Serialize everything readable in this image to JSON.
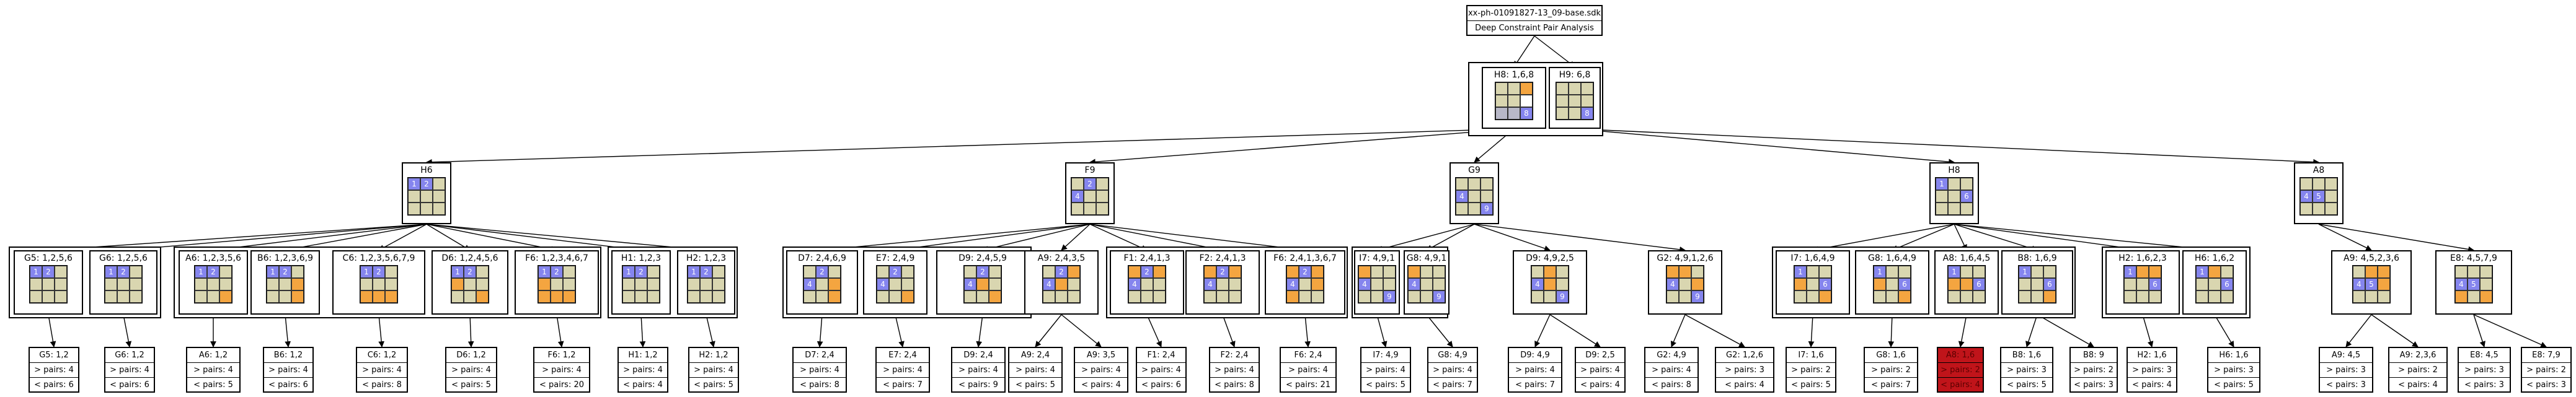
{
  "colors": {
    "blue": "#8585ee",
    "orange": "#f4a540",
    "beige": "#d9d6b0",
    "gray": "#b8b8c8",
    "red": "#c0141a"
  },
  "root": {
    "file": "xx-ph-01091827-13_09-base.sdk",
    "title": "Deep Constraint Pair Analysis"
  },
  "nodes": [
    {
      "id": "H8a",
      "label": "H8: 1,6,8",
      "cells": [
        "b",
        "b",
        "o",
        "b",
        "b",
        "w",
        "g",
        "g",
        "B"
      ],
      "nums": [
        "",
        "",
        "",
        "",
        "",
        "",
        "",
        "",
        "8"
      ]
    },
    {
      "id": "H9a",
      "label": "H9: 6,8",
      "cells": [
        "b",
        "b",
        "b",
        "b",
        "b",
        "b",
        "b",
        "b",
        "B"
      ],
      "nums": [
        "",
        "",
        "",
        "",
        "",
        "",
        "",
        "",
        "8"
      ]
    },
    {
      "id": "H6",
      "label": "H6",
      "cells": [
        "B",
        "B",
        "b",
        "b",
        "b",
        "b",
        "b",
        "b",
        "b"
      ],
      "nums": [
        "1",
        "2",
        "",
        "",
        "",
        "",
        "",
        "",
        ""
      ]
    },
    {
      "id": "F9",
      "label": "F9",
      "cells": [
        "b",
        "B",
        "b",
        "B",
        "b",
        "b",
        "b",
        "b",
        "b"
      ],
      "nums": [
        "",
        "2",
        "",
        "4",
        "",
        "",
        "",
        "",
        ""
      ]
    },
    {
      "id": "G9",
      "label": "G9",
      "cells": [
        "b",
        "b",
        "b",
        "B",
        "b",
        "b",
        "b",
        "b",
        "B"
      ],
      "nums": [
        "",
        "",
        "",
        "4",
        "",
        "",
        "",
        "",
        "9"
      ]
    },
    {
      "id": "H8",
      "label": "H8",
      "cells": [
        "B",
        "b",
        "b",
        "b",
        "b",
        "B",
        "b",
        "b",
        "b"
      ],
      "nums": [
        "1",
        "",
        "",
        "",
        "",
        "6",
        "",
        "",
        ""
      ]
    },
    {
      "id": "A8",
      "label": "A8",
      "cells": [
        "b",
        "b",
        "b",
        "B",
        "B",
        "b",
        "b",
        "b",
        "b"
      ],
      "nums": [
        "",
        "",
        "",
        "4",
        "5",
        "",
        "",
        "",
        ""
      ]
    },
    {
      "id": "G5",
      "label": "G5: 1,2,5,6",
      "cells": [
        "B",
        "B",
        "b",
        "b",
        "b",
        "b",
        "b",
        "b",
        "b"
      ],
      "nums": [
        "1",
        "2",
        "",
        "",
        "",
        "",
        "",
        "",
        ""
      ]
    },
    {
      "id": "G6",
      "label": "G6: 1,2,5,6",
      "cells": [
        "B",
        "B",
        "b",
        "b",
        "b",
        "b",
        "b",
        "b",
        "b"
      ],
      "nums": [
        "1",
        "2",
        "",
        "",
        "",
        "",
        "",
        "",
        ""
      ]
    },
    {
      "id": "A6",
      "label": "A6: 1,2,3,5,6",
      "cells": [
        "B",
        "B",
        "b",
        "b",
        "b",
        "b",
        "b",
        "b",
        "o"
      ],
      "nums": [
        "1",
        "2",
        "",
        "",
        "",
        "",
        "",
        "",
        ""
      ]
    },
    {
      "id": "B6",
      "label": "B6: 1,2,3,6,9",
      "cells": [
        "B",
        "B",
        "b",
        "b",
        "b",
        "o",
        "b",
        "b",
        "o"
      ],
      "nums": [
        "1",
        "2",
        "",
        "",
        "",
        "",
        "",
        "",
        ""
      ]
    },
    {
      "id": "C6",
      "label": "C6: 1,2,3,5,6,7,9",
      "cells": [
        "B",
        "B",
        "b",
        "b",
        "b",
        "b",
        "o",
        "o",
        "o"
      ],
      "nums": [
        "1",
        "2",
        "",
        "",
        "",
        "",
        "",
        "",
        ""
      ]
    },
    {
      "id": "D6",
      "label": "D6: 1,2,4,5,6",
      "cells": [
        "B",
        "B",
        "b",
        "o",
        "b",
        "b",
        "b",
        "b",
        "o"
      ],
      "nums": [
        "1",
        "2",
        "",
        "",
        "",
        "",
        "",
        "",
        ""
      ]
    },
    {
      "id": "F6",
      "label": "F6: 1,2,3,4,6,7",
      "cells": [
        "B",
        "B",
        "b",
        "o",
        "b",
        "b",
        "o",
        "o",
        "o"
      ],
      "nums": [
        "1",
        "2",
        "",
        "",
        "",
        "",
        "",
        "",
        ""
      ]
    },
    {
      "id": "H1",
      "label": "H1: 1,2,3",
      "cells": [
        "B",
        "B",
        "b",
        "b",
        "b",
        "b",
        "b",
        "b",
        "b"
      ],
      "nums": [
        "1",
        "2",
        "",
        "",
        "",
        "",
        "",
        "",
        ""
      ]
    },
    {
      "id": "H2",
      "label": "H2: 1,2,3",
      "cells": [
        "B",
        "B",
        "b",
        "b",
        "b",
        "b",
        "b",
        "b",
        "b"
      ],
      "nums": [
        "1",
        "2",
        "",
        "",
        "",
        "",
        "",
        "",
        ""
      ]
    },
    {
      "id": "D7",
      "label": "D7: 2,4,6,9",
      "cells": [
        "b",
        "B",
        "b",
        "B",
        "b",
        "o",
        "b",
        "b",
        "o"
      ],
      "nums": [
        "",
        "2",
        "",
        "4",
        "",
        "",
        "",
        "",
        ""
      ]
    },
    {
      "id": "E7",
      "label": "E7: 2,4,9",
      "cells": [
        "b",
        "B",
        "b",
        "B",
        "b",
        "b",
        "b",
        "b",
        "o"
      ],
      "nums": [
        "",
        "2",
        "",
        "4",
        "",
        "",
        "",
        "",
        ""
      ]
    },
    {
      "id": "D9",
      "label": "D9: 2,4,5,9",
      "cells": [
        "b",
        "B",
        "b",
        "B",
        "o",
        "b",
        "b",
        "b",
        "o"
      ],
      "nums": [
        "",
        "2",
        "",
        "4",
        "",
        "",
        "",
        "",
        ""
      ]
    },
    {
      "id": "A9",
      "label": "A9: 2,4,3,5",
      "cells": [
        "b",
        "B",
        "o",
        "B",
        "o",
        "b",
        "b",
        "b",
        "b"
      ],
      "nums": [
        "",
        "2",
        "",
        "4",
        "",
        "",
        "",
        "",
        ""
      ]
    },
    {
      "id": "F1",
      "label": "F1: 2,4,1,3",
      "cells": [
        "o",
        "B",
        "o",
        "B",
        "b",
        "b",
        "b",
        "b",
        "b"
      ],
      "nums": [
        "",
        "2",
        "",
        "4",
        "",
        "",
        "",
        "",
        ""
      ]
    },
    {
      "id": "F2",
      "label": "F2: 2,4,1,3",
      "cells": [
        "o",
        "B",
        "o",
        "B",
        "b",
        "b",
        "b",
        "b",
        "b"
      ],
      "nums": [
        "",
        "2",
        "",
        "4",
        "",
        "",
        "",
        "",
        ""
      ]
    },
    {
      "id": "F6b",
      "label": "F6: 2,4,1,3,6,7",
      "cells": [
        "o",
        "B",
        "o",
        "B",
        "b",
        "o",
        "o",
        "b",
        "b"
      ],
      "nums": [
        "",
        "2",
        "",
        "4",
        "",
        "",
        "",
        "",
        ""
      ]
    },
    {
      "id": "I7",
      "label": "I7: 4,9,1",
      "cells": [
        "o",
        "b",
        "b",
        "B",
        "b",
        "b",
        "b",
        "b",
        "B"
      ],
      "nums": [
        "",
        "",
        "",
        "4",
        "",
        "",
        "",
        "",
        "9"
      ]
    },
    {
      "id": "G8",
      "label": "G8: 4,9,1",
      "cells": [
        "o",
        "b",
        "b",
        "B",
        "b",
        "b",
        "b",
        "b",
        "B"
      ],
      "nums": [
        "",
        "",
        "",
        "4",
        "",
        "",
        "",
        "",
        "9"
      ]
    },
    {
      "id": "D9b",
      "label": "D9: 4,9,2,5",
      "cells": [
        "b",
        "o",
        "b",
        "B",
        "o",
        "b",
        "b",
        "b",
        "B"
      ],
      "nums": [
        "",
        "",
        "",
        "4",
        "",
        "",
        "",
        "",
        "9"
      ]
    },
    {
      "id": "G2",
      "label": "G2: 4,9,1,2,6",
      "cells": [
        "o",
        "o",
        "b",
        "B",
        "b",
        "o",
        "b",
        "b",
        "B"
      ],
      "nums": [
        "",
        "",
        "",
        "4",
        "",
        "",
        "",
        "",
        "9"
      ]
    },
    {
      "id": "I7b",
      "label": "I7: 1,6,4,9",
      "cells": [
        "B",
        "b",
        "b",
        "o",
        "b",
        "B",
        "b",
        "b",
        "o"
      ],
      "nums": [
        "1",
        "",
        "",
        "",
        "",
        "6",
        "",
        "",
        ""
      ]
    },
    {
      "id": "G8b",
      "label": "G8: 1,6,4,9",
      "cells": [
        "B",
        "b",
        "b",
        "o",
        "b",
        "B",
        "b",
        "b",
        "o"
      ],
      "nums": [
        "1",
        "",
        "",
        "",
        "",
        "6",
        "",
        "",
        ""
      ]
    },
    {
      "id": "A8b",
      "label": "A8: 1,6,4,5",
      "cells": [
        "B",
        "b",
        "b",
        "o",
        "o",
        "B",
        "b",
        "b",
        "b"
      ],
      "nums": [
        "1",
        "",
        "",
        "",
        "",
        "6",
        "",
        "",
        ""
      ]
    },
    {
      "id": "B8",
      "label": "B8: 1,6,9",
      "cells": [
        "B",
        "b",
        "b",
        "b",
        "b",
        "B",
        "b",
        "b",
        "o"
      ],
      "nums": [
        "1",
        "",
        "",
        "",
        "",
        "6",
        "",
        "",
        ""
      ]
    },
    {
      "id": "H2b",
      "label": "H2: 1,6,2,3",
      "cells": [
        "B",
        "o",
        "o",
        "b",
        "b",
        "B",
        "b",
        "b",
        "b"
      ],
      "nums": [
        "1",
        "",
        "",
        "",
        "",
        "6",
        "",
        "",
        ""
      ]
    },
    {
      "id": "H6b",
      "label": "H6: 1,6,2",
      "cells": [
        "B",
        "o",
        "b",
        "b",
        "b",
        "B",
        "b",
        "b",
        "b"
      ],
      "nums": [
        "1",
        "",
        "",
        "",
        "",
        "6",
        "",
        "",
        ""
      ]
    },
    {
      "id": "A9b",
      "label": "A9: 4,5,2,3,6",
      "cells": [
        "b",
        "o",
        "o",
        "B",
        "B",
        "o",
        "b",
        "b",
        "b"
      ],
      "nums": [
        "",
        "",
        "",
        "4",
        "5",
        "",
        "",
        "",
        ""
      ]
    },
    {
      "id": "E8",
      "label": "E8: 4,5,7,9",
      "cells": [
        "b",
        "b",
        "b",
        "B",
        "B",
        "b",
        "o",
        "b",
        "o"
      ],
      "nums": [
        "",
        "",
        "",
        "4",
        "5",
        "",
        "",
        "",
        ""
      ]
    }
  ],
  "leaves": [
    {
      "id": "lG5",
      "l1": "G5: 1,2",
      "l2": "> pairs: 4",
      "l3": "< pairs: 6"
    },
    {
      "id": "lG6",
      "l1": "G6: 1,2",
      "l2": "> pairs: 4",
      "l3": "< pairs: 6"
    },
    {
      "id": "lA6",
      "l1": "A6: 1,2",
      "l2": "> pairs: 4",
      "l3": "< pairs: 5"
    },
    {
      "id": "lB6",
      "l1": "B6: 1,2",
      "l2": "> pairs: 4",
      "l3": "< pairs: 6"
    },
    {
      "id": "lC6",
      "l1": "C6: 1,2",
      "l2": "> pairs: 4",
      "l3": "< pairs: 8"
    },
    {
      "id": "lD6",
      "l1": "D6: 1,2",
      "l2": "> pairs: 4",
      "l3": "< pairs: 5"
    },
    {
      "id": "lF6",
      "l1": "F6: 1,2",
      "l2": "> pairs: 4",
      "l3": "< pairs: 20"
    },
    {
      "id": "lH1",
      "l1": "H1: 1,2",
      "l2": "> pairs: 4",
      "l3": "< pairs: 4"
    },
    {
      "id": "lH2",
      "l1": "H2: 1,2",
      "l2": "> pairs: 4",
      "l3": "< pairs: 5"
    },
    {
      "id": "lD7",
      "l1": "D7: 2,4",
      "l2": "> pairs: 4",
      "l3": "< pairs: 8"
    },
    {
      "id": "lE7",
      "l1": "E7: 2,4",
      "l2": "> pairs: 4",
      "l3": "< pairs: 7"
    },
    {
      "id": "lD9",
      "l1": "D9: 2,4",
      "l2": "> pairs: 4",
      "l3": "< pairs: 9"
    },
    {
      "id": "lA9a",
      "l1": "A9: 2,4",
      "l2": "> pairs: 4",
      "l3": "< pairs: 5"
    },
    {
      "id": "lA9b",
      "l1": "A9: 3,5",
      "l2": "> pairs: 4",
      "l3": "< pairs: 4"
    },
    {
      "id": "lF1",
      "l1": "F1: 2,4",
      "l2": "> pairs: 4",
      "l3": "< pairs: 6"
    },
    {
      "id": "lF2",
      "l1": "F2: 2,4",
      "l2": "> pairs: 4",
      "l3": "< pairs: 8"
    },
    {
      "id": "lF6b",
      "l1": "F6: 2,4",
      "l2": "> pairs: 4",
      "l3": "< pairs: 21"
    },
    {
      "id": "lI7",
      "l1": "I7: 4,9",
      "l2": "> pairs: 4",
      "l3": "< pairs: 5"
    },
    {
      "id": "lG8",
      "l1": "G8: 4,9",
      "l2": "> pairs: 4",
      "l3": "< pairs: 7"
    },
    {
      "id": "lD9b",
      "l1": "D9: 4,9",
      "l2": "> pairs: 4",
      "l3": "< pairs: 7"
    },
    {
      "id": "lD9c",
      "l1": "D9: 2,5",
      "l2": "> pairs: 4",
      "l3": "< pairs: 4"
    },
    {
      "id": "lG2a",
      "l1": "G2: 4,9",
      "l2": "> pairs: 4",
      "l3": "< pairs: 8"
    },
    {
      "id": "lG2b",
      "l1": "G2: 1,2,6",
      "l2": "> pairs: 3",
      "l3": "< pairs: 4"
    },
    {
      "id": "lI7b",
      "l1": "I7: 1,6",
      "l2": "> pairs: 2",
      "l3": "< pairs: 5"
    },
    {
      "id": "lG8b",
      "l1": "G8: 1,6",
      "l2": "> pairs: 2",
      "l3": "< pairs: 7"
    },
    {
      "id": "lA8b",
      "l1": "A8: 1,6",
      "l2": "> pairs: 2",
      "l3": "< pairs: 4",
      "red": true
    },
    {
      "id": "lB8a",
      "l1": "B8: 1,6",
      "l2": "> pairs: 3",
      "l3": "< pairs: 5"
    },
    {
      "id": "lB8b",
      "l1": "B8: 9",
      "l2": "> pairs: 2",
      "l3": "< pairs: 3"
    },
    {
      "id": "lH2b",
      "l1": "H2: 1,6",
      "l2": "> pairs: 3",
      "l3": "< pairs: 4"
    },
    {
      "id": "lH6b",
      "l1": "H6: 1,6",
      "l2": "> pairs: 3",
      "l3": "< pairs: 5"
    },
    {
      "id": "lA9c",
      "l1": "A9: 4,5",
      "l2": "> pairs: 3",
      "l3": "< pairs: 3"
    },
    {
      "id": "lA9d",
      "l1": "A9: 2,3,6",
      "l2": "> pairs: 2",
      "l3": "< pairs: 4"
    },
    {
      "id": "lE8a",
      "l1": "E8: 4,5",
      "l2": "> pairs: 3",
      "l3": "< pairs: 3"
    },
    {
      "id": "lE8b",
      "l1": "E8: 7,9",
      "l2": "> pairs: 2",
      "l3": "< pairs: 3"
    }
  ]
}
